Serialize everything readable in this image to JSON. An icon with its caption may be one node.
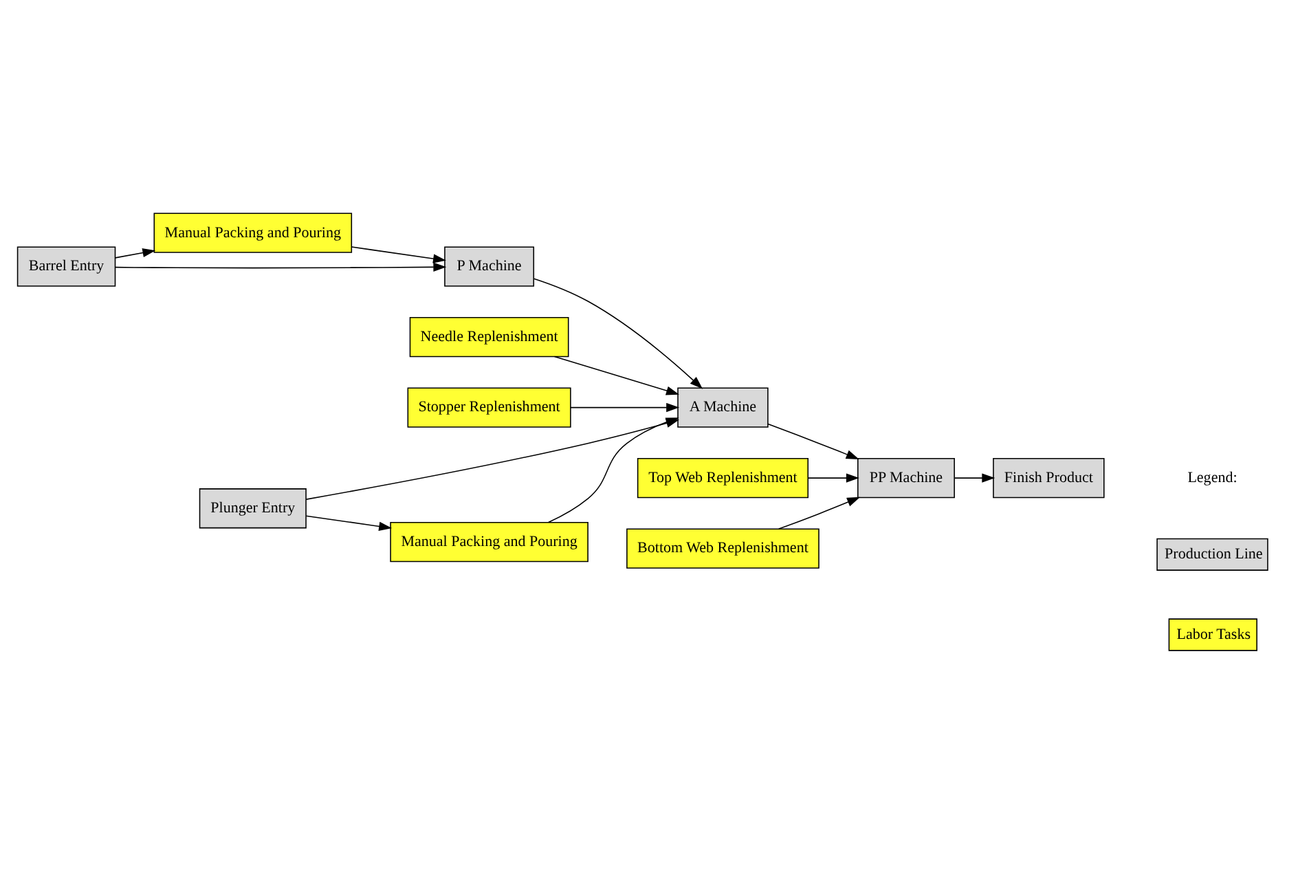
{
  "diagram": {
    "nodes": [
      {
        "text": [
          "Barrel Entry"
        ]
      },
      {
        "text": [
          "Manual Packing and Pouring"
        ]
      },
      {
        "text": [
          "P Machine"
        ]
      },
      {
        "text": [
          "Needle Replenishment"
        ]
      },
      {
        "text": [
          "Stopper Replenishment"
        ]
      },
      {
        "text": [
          "A Machine"
        ]
      },
      {
        "text": [
          "Plunger Entry"
        ]
      },
      {
        "text": [
          "Manual Packing and Pouring"
        ]
      },
      {
        "text": [
          "Top Web Replenishment"
        ]
      },
      {
        "text": [
          "PP Machine"
        ]
      },
      {
        "text": [
          "Finish Product"
        ]
      },
      {
        "text": [
          "Bottom Web Replenishment"
        ]
      }
    ],
    "edges": [
      {
        "from": 0,
        "to": 1,
        "arrow": "to"
      },
      {
        "from": 1,
        "to": 2,
        "arrow": "to"
      },
      {
        "from": 0,
        "to": 2,
        "arrow": "to"
      },
      {
        "from": 2,
        "to": 5,
        "arrow": "to"
      },
      {
        "from": 3,
        "to": 5,
        "arrow": "to"
      },
      {
        "from": 4,
        "to": 5,
        "arrow": "to"
      },
      {
        "from": 6,
        "to": 5,
        "arrow": "to"
      },
      {
        "from": 6,
        "to": 7,
        "arrow": "to"
      },
      {
        "from": 7,
        "to": 5,
        "arrow": "to"
      },
      {
        "from": 5,
        "to": 9,
        "arrow": "to"
      },
      {
        "from": 8,
        "to": 9,
        "arrow": "to"
      },
      {
        "from": 11,
        "to": 9,
        "arrow": "to"
      },
      {
        "from": 9,
        "to": 10,
        "arrow": "to"
      }
    ],
    "labels": [
      "Legend:"
    ],
    "legend": [
      {
        "text": "Production Line",
        "color": "#d9d9d9"
      },
      {
        "text": "Labor Tasks",
        "color": "#ffff33"
      }
    ]
  }
}
